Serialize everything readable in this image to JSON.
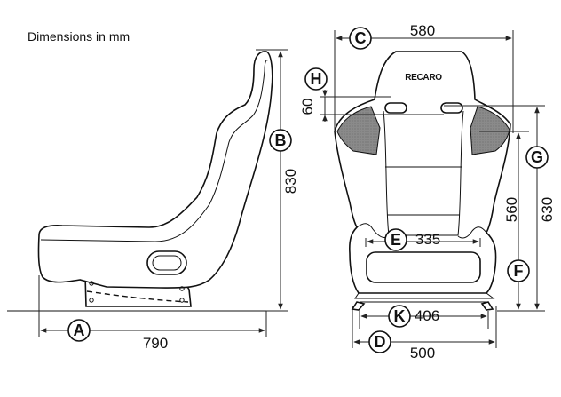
{
  "title": "Dimensions in mm",
  "brand": "RECARO",
  "dimensions": {
    "A": {
      "label": "A",
      "value": "790"
    },
    "B": {
      "label": "B",
      "value": "830"
    },
    "C": {
      "label": "C",
      "value": "580"
    },
    "D": {
      "label": "D",
      "value": "500"
    },
    "E": {
      "label": "E",
      "value": "335"
    },
    "F": {
      "label": "F",
      "value": "560"
    },
    "G": {
      "label": "G",
      "value": "630"
    },
    "H": {
      "label": "H",
      "value": "60"
    },
    "K": {
      "label": "K",
      "value": "406"
    }
  }
}
